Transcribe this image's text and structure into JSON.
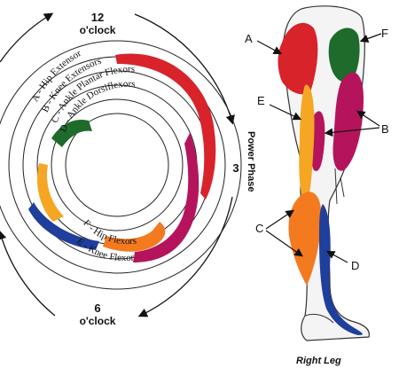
{
  "clock": {
    "twelve_num": "12",
    "twelve_word": "o'clock",
    "six_num": "6",
    "six_word": "o'clock",
    "three_num": "3"
  },
  "phase_label": "Power Phase",
  "muscle_groups": [
    {
      "key": "A",
      "label": "A - Hip Extensor",
      "color": "#d8232a"
    },
    {
      "key": "B",
      "label": "B - Knee Extensors",
      "color": "#b5145c"
    },
    {
      "key": "C",
      "label": "C - Ankle Plantar Flexors",
      "color": "#f47a20"
    },
    {
      "key": "D",
      "label": "D - Ankle Dorsiflexors",
      "color": "#1f3f9c"
    },
    {
      "key": "E",
      "label": "E - Knee Flexor",
      "color": "#f5a623"
    },
    {
      "key": "F",
      "label": "F - Hip Flexors",
      "color": "#1e6b2b"
    }
  ],
  "labels_top": [
    "A - Hip Extensor",
    "B - Knee Extensors",
    "C - Ankle Plantar Flexors",
    "D - Ankle Dorsiflexors"
  ],
  "labels_bottom": [
    "F - Hip Flexors",
    "E - Knee Flexor"
  ],
  "leg_letters": {
    "A": "A",
    "B": "B",
    "C": "C",
    "D": "D",
    "E": "E",
    "F": "F"
  },
  "leg_caption": "Right Leg"
}
